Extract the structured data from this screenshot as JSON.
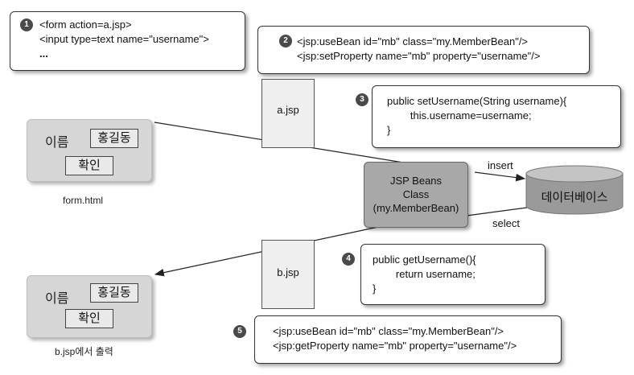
{
  "step1": {
    "marker": "1",
    "lines": [
      "<form action=a.jsp>",
      "<input type=text name=\"username\">",
      "..."
    ]
  },
  "step2": {
    "marker": "2",
    "lines": [
      "<jsp:useBean id=\"mb\" class=\"my.MemberBean\"/>",
      "<jsp:setProperty name=\"mb\" property=\"username\"/>"
    ]
  },
  "step3": {
    "marker": "3",
    "lines": [
      "public setUsername(String username){",
      "        this.username=username;",
      "}"
    ]
  },
  "step4": {
    "marker": "4",
    "lines": [
      "public getUsername(){",
      "        return username;",
      "}"
    ]
  },
  "step5": {
    "marker": "5",
    "lines": [
      "<jsp:useBean id=\"mb\" class=\"my.MemberBean\"/>",
      "<jsp:getProperty name=\"mb\" property=\"username\"/>"
    ]
  },
  "form_top": {
    "name_label": "이름",
    "name_value": "홍길동",
    "confirm_label": "확인",
    "caption": "form.html"
  },
  "form_bottom": {
    "name_label": "이름",
    "name_value": "홍길동",
    "confirm_label": "확인",
    "caption": "b.jsp에서 출력"
  },
  "files": {
    "a": "a.jsp",
    "b": "b.jsp"
  },
  "bean": {
    "lines": [
      "JSP Beans",
      "Class",
      "(my.MemberBean)"
    ]
  },
  "database": {
    "label": "데이터베이스"
  },
  "arrows": {
    "insert": "insert",
    "select": "select"
  },
  "colors": {
    "bean_fill": "#a8a8a8",
    "db_fill": "#9a9a9a",
    "form_fill": "#d6d6d6",
    "marker": "#4a4a4a"
  }
}
